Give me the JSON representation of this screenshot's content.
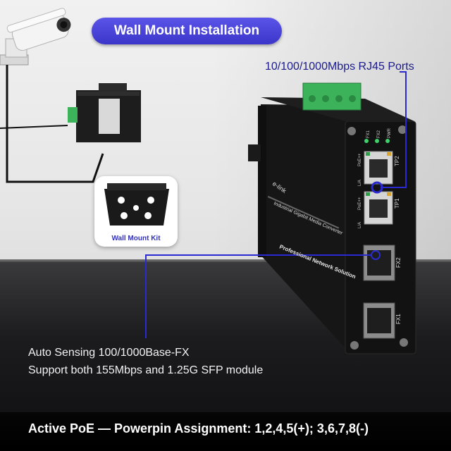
{
  "title": "Wall Mount Installation",
  "ports_label": "10/100/1000Mbps RJ45 Ports",
  "sfp_lines": [
    "Auto Sensing 100/1000Base-FX",
    "Support both 155Mbps and 1.25G SFP module"
  ],
  "poe_text": "Active PoE — Powerpin Assignment: 1,2,4,5(+); 3,6,7,8(-)",
  "kit_label": "Wall Mount Kit",
  "device": {
    "brand": "e-link",
    "model": "Industrial Gigabit Media Converter",
    "tagline": "Professional Network Solution",
    "port_labels": [
      "TP2",
      "TP1",
      "FX2",
      "FX1"
    ],
    "led_labels": [
      "FX1",
      "FX2",
      "PWR"
    ],
    "poe_labels": [
      "PoE++",
      "L/A",
      "PoE++",
      "L/A"
    ]
  },
  "colors": {
    "accent": "#3b35c9",
    "callout_line": "#2a2ad0",
    "terminal_green": "#3cb35a",
    "device_body": "#1a1a1a"
  },
  "icons": [
    "security-camera-icon",
    "wall-mount-bracket-icon"
  ]
}
